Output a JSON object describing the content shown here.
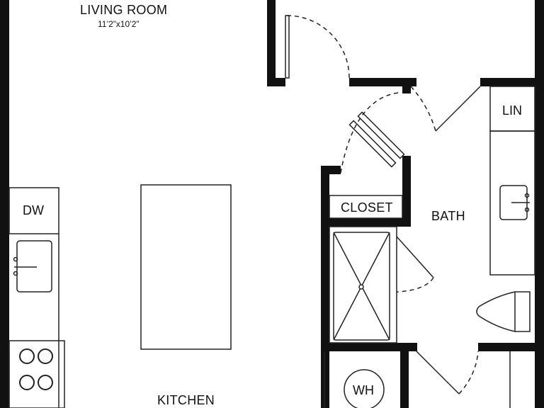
{
  "rooms": {
    "living": {
      "name": "LIVING ROOM",
      "dims": "11’2”x10’2”"
    },
    "kitchen": {
      "name": "KITCHEN"
    },
    "bath": {
      "name": "BATH"
    },
    "closet": {
      "name": "CLOSET"
    }
  },
  "fixtures": {
    "dishwasher": "DW",
    "linen": "LIN",
    "water_heater": "WH"
  },
  "colors": {
    "wall": "#111111",
    "line": "#222222",
    "background": "#ffffff"
  }
}
